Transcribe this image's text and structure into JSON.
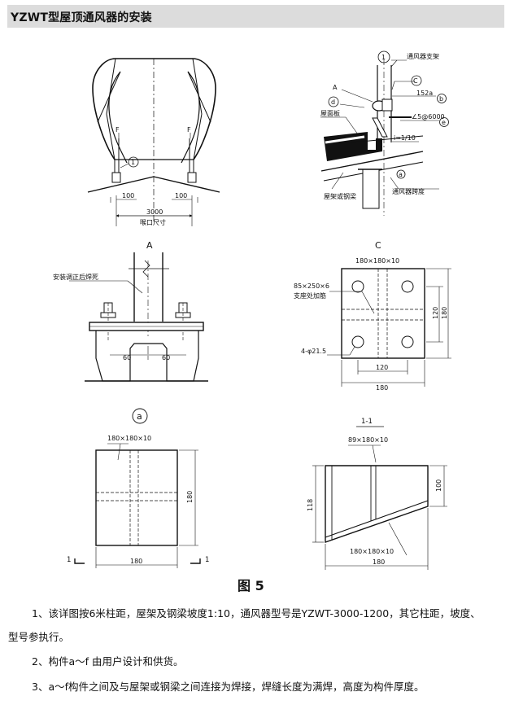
{
  "header": {
    "title": "YZWT型屋顶通风器的安装"
  },
  "top_left": {
    "label_F_left": "F",
    "label_F_right": "F",
    "circle_1": "1",
    "dim_100_left": "100",
    "dim_100_right": "100",
    "dim_3000": "3000",
    "throat_label": "喉口尺寸"
  },
  "top_right": {
    "circle_1": "1",
    "label_support": "通风器支架",
    "label_C": "C",
    "label_A": "A",
    "label_d": "d",
    "label_152a": "152a",
    "label_b": "b",
    "label_roof_panel": "屋面板",
    "label_angle": "∠5@6000",
    "label_e": "e",
    "label_slope": "i=1/10",
    "label_a": "a",
    "label_span": "通风器跨度",
    "label_truss": "屋架或钢梁"
  },
  "detail_A": {
    "title": "A",
    "note": "安装调正后焊死",
    "dim_60_left": "60",
    "dim_60_right": "60"
  },
  "detail_C": {
    "title": "C",
    "plate": "180×180×10",
    "rib": "85×250×6",
    "rib_note": "支座处加筋",
    "holes": "4-φ21.5",
    "dim_120_bottom": "120",
    "dim_180_bottom": "180",
    "dim_120_right": "120",
    "dim_180_right": "180"
  },
  "detail_a": {
    "title": "a",
    "plate": "180×180×10",
    "dim_180_right": "180",
    "dim_180_bottom": "180",
    "section_left": "1",
    "section_right": "1"
  },
  "section_11": {
    "title": "1-1",
    "top_plate": "89×180×10",
    "bottom_plate": "180×180×10",
    "dim_118": "118",
    "dim_100": "100",
    "dim_180": "180"
  },
  "figure": {
    "label": "图 5"
  },
  "notes": [
    "1、该详图按6米柱距，屋架及钢梁坡度1:10，通风器型号是YZWT-3000-1200，其它柱距，坡度、",
    "型号参执行。",
    "2、构件a～f 由用户设计和供货。",
    "3、a～f构件之间及与屋架或钢梁之间连接为焊接，焊缝长度为满焊，高度为构件厚度。"
  ]
}
